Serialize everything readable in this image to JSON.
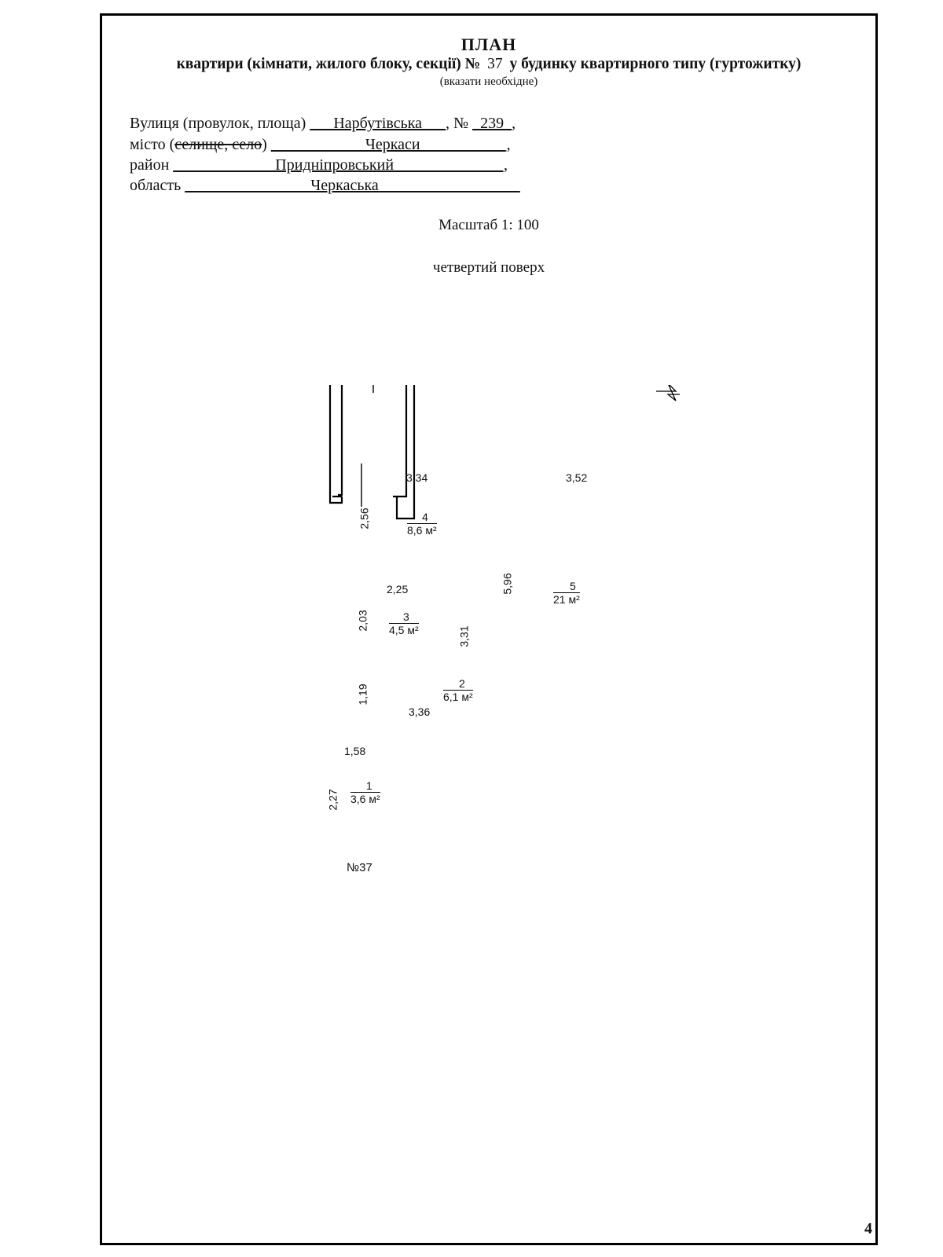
{
  "header": {
    "title": "ПЛАН",
    "subtitle_before": "квартири (кімнати, жилого блоку, секції) №",
    "apartment_no": "37",
    "subtitle_after": "у будинку квартирного типу (гуртожитку)",
    "hint": "(вказати необхідне)"
  },
  "address": {
    "street_label": "Вулиця (провулок, площа)",
    "street_value": "___Нарбутівська___",
    "number_label": ", №",
    "number_value": "_239_",
    "city_label": "місто (",
    "city_strike": "селище, село",
    "city_close": ")",
    "city_value": "____________Черкаси___________,",
    "district_label": "район",
    "district_value": "_____________Придніпровський______________,",
    "region_label": "область",
    "region_value": "________________Черкаська__________________"
  },
  "scale": "Масштаб 1: 100",
  "floor": "четвертий поверх",
  "page_number": "4",
  "plan": {
    "rooms": [
      {
        "number": "1",
        "area": "3,6 м²"
      },
      {
        "number": "2",
        "area": "6,1 м²"
      },
      {
        "number": "3",
        "area": "4,5 м²"
      },
      {
        "number": "4",
        "area": "8,6 м²"
      },
      {
        "number": "5",
        "area": "21 м²"
      }
    ],
    "dimensions": [
      "3,34",
      "3,52",
      "2,56",
      "5,96",
      "2,25",
      "2,03",
      "3,31",
      "1,19",
      "3,36",
      "1,58",
      "2,27"
    ],
    "apartment_label": "№37"
  }
}
